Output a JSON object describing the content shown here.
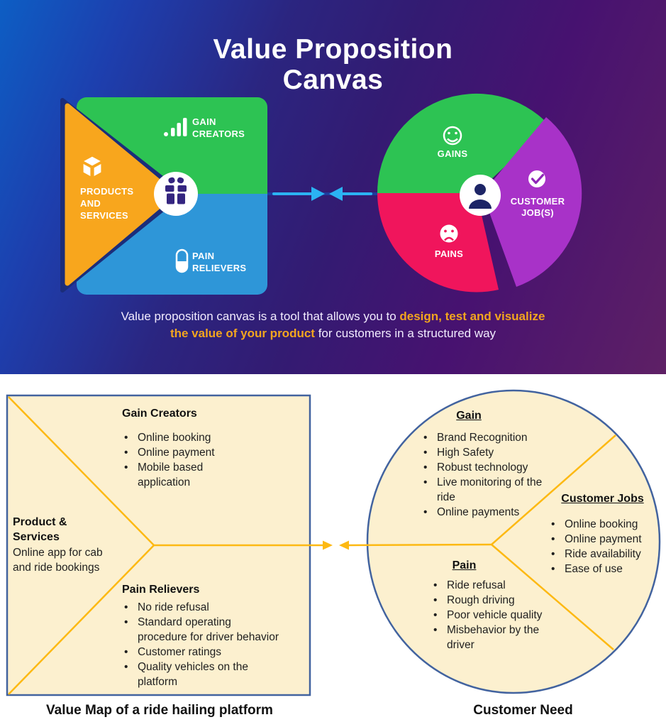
{
  "top": {
    "title_lines": [
      "Value Proposition",
      "Canvas"
    ],
    "square": {
      "products_services_lines": [
        "PRODUCTS",
        "AND",
        "SERVICES"
      ],
      "gain_creators_lines": [
        "GAIN",
        "CREATORS"
      ],
      "pain_relievers_lines": [
        "PAIN",
        "RELIEVERS"
      ]
    },
    "circle": {
      "gains_label": "GAINS",
      "customer_jobs_lines": [
        "CUSTOMER",
        "JOB(S)"
      ],
      "pains_label": "PAINS"
    },
    "caption": {
      "seg1": "Value proposition canvas is a tool that allows you to ",
      "seg2_highlight": "design, test and visualize",
      "seg3_highlight": "the value of your product",
      "seg4": " for customers in a structured way"
    },
    "colors": {
      "gradient_left": "#0d5ec4",
      "gradient_right": "#5e2065",
      "green": "#2dc353",
      "blue": "#2e96d8",
      "orange": "#f8a61d",
      "navy_edge": "#1b2d7a",
      "purple": "#a832c8",
      "pink": "#f0155c",
      "arrow_blue": "#2bb3f3",
      "icon_purple": "#342580"
    }
  },
  "bottom": {
    "value_map": {
      "gain_creators_title": "Gain Creators",
      "gain_creators_items": [
        "Online booking",
        "Online payment",
        "Mobile based application"
      ],
      "product_services_title": "Product & Services",
      "product_services_desc": "Online app for cab and ride bookings",
      "pain_relievers_title": "Pain Relievers",
      "pain_relievers_items": [
        "No ride refusal",
        "Standard operating procedure for driver behavior",
        "Customer ratings",
        "Quality vehicles on the platform"
      ],
      "caption": "Value Map of a ride hailing platform"
    },
    "customer_need": {
      "gain_title": "Gain",
      "gain_items": [
        "Brand Recognition",
        "High Safety",
        "Robust technology",
        "Live monitoring of the ride",
        "Online payments"
      ],
      "customer_jobs_title": "Customer Jobs",
      "customer_jobs_items": [
        "Online booking",
        "Online payment",
        "Ride availability",
        "Ease of use"
      ],
      "pain_title": "Pain",
      "pain_items": [
        "Ride refusal",
        "Rough driving",
        "Poor vehicle quality",
        "Misbehavior by the driver"
      ],
      "caption": "Customer Need"
    },
    "colors": {
      "fill_cream": "#fcf0cf",
      "border_blue": "#42639f",
      "line_yellow": "#fdb913"
    }
  }
}
